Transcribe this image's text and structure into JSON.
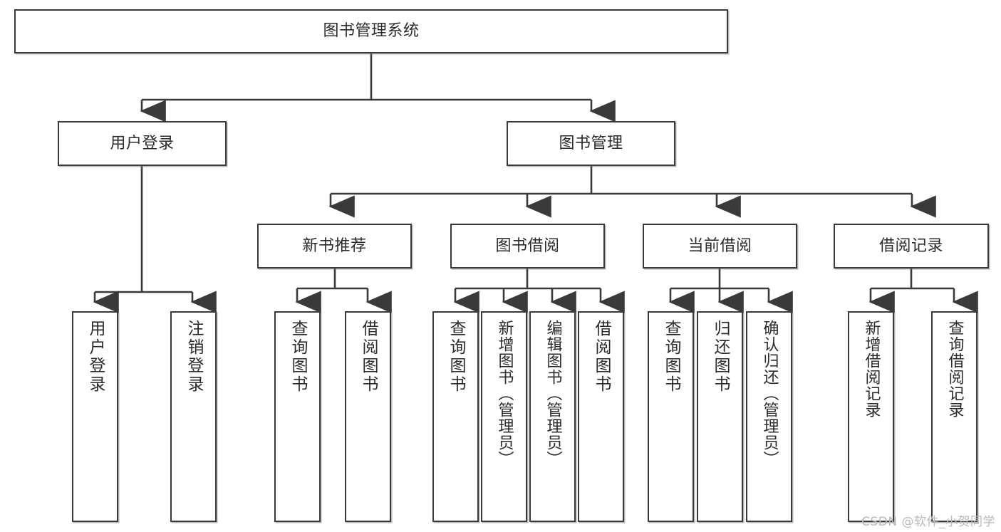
{
  "diagram": {
    "type": "tree-hierarchy",
    "title": "图书管理系统",
    "watermark": "CSDN @软件_小贺同学",
    "colors": {
      "stroke": "#3a3a3a",
      "fill": "#ffffff",
      "text": "#2b2b2b",
      "watermark": "#b9b9b9"
    },
    "nodes": {
      "root": {
        "label": "图书管理系统"
      },
      "level2": [
        {
          "id": "user-login",
          "label": "用户登录"
        },
        {
          "id": "book-manage",
          "label": "图书管理"
        }
      ],
      "level3": [
        {
          "id": "new-book-rec",
          "label": "新书推荐"
        },
        {
          "id": "book-borrow",
          "label": "图书借阅"
        },
        {
          "id": "current-borrow",
          "label": "当前借阅"
        },
        {
          "id": "borrow-record",
          "label": "借阅记录"
        }
      ],
      "leaves": {
        "user-login": [
          {
            "id": "leaf-user-login",
            "label": "用户登录"
          },
          {
            "id": "leaf-logout",
            "label": "注销登录"
          }
        ],
        "new-book-rec": [
          {
            "id": "leaf-query-book-1",
            "label": "查询图书"
          },
          {
            "id": "leaf-borrow-book-1",
            "label": "借阅图书"
          }
        ],
        "book-borrow": [
          {
            "id": "leaf-query-book-2",
            "label": "查询图书"
          },
          {
            "id": "leaf-add-book",
            "label": "新增图书（管理员）"
          },
          {
            "id": "leaf-edit-book",
            "label": "编辑图书（管理员）"
          },
          {
            "id": "leaf-borrow-book-2",
            "label": "借阅图书"
          }
        ],
        "current-borrow": [
          {
            "id": "leaf-query-book-3",
            "label": "查询图书"
          },
          {
            "id": "leaf-return-book",
            "label": "归还图书"
          },
          {
            "id": "leaf-confirm-return",
            "label": "确认归还（管理员）"
          }
        ],
        "borrow-record": [
          {
            "id": "leaf-add-record",
            "label": "新增借阅记录"
          },
          {
            "id": "leaf-query-record",
            "label": "查询借阅记录"
          }
        ]
      }
    }
  }
}
